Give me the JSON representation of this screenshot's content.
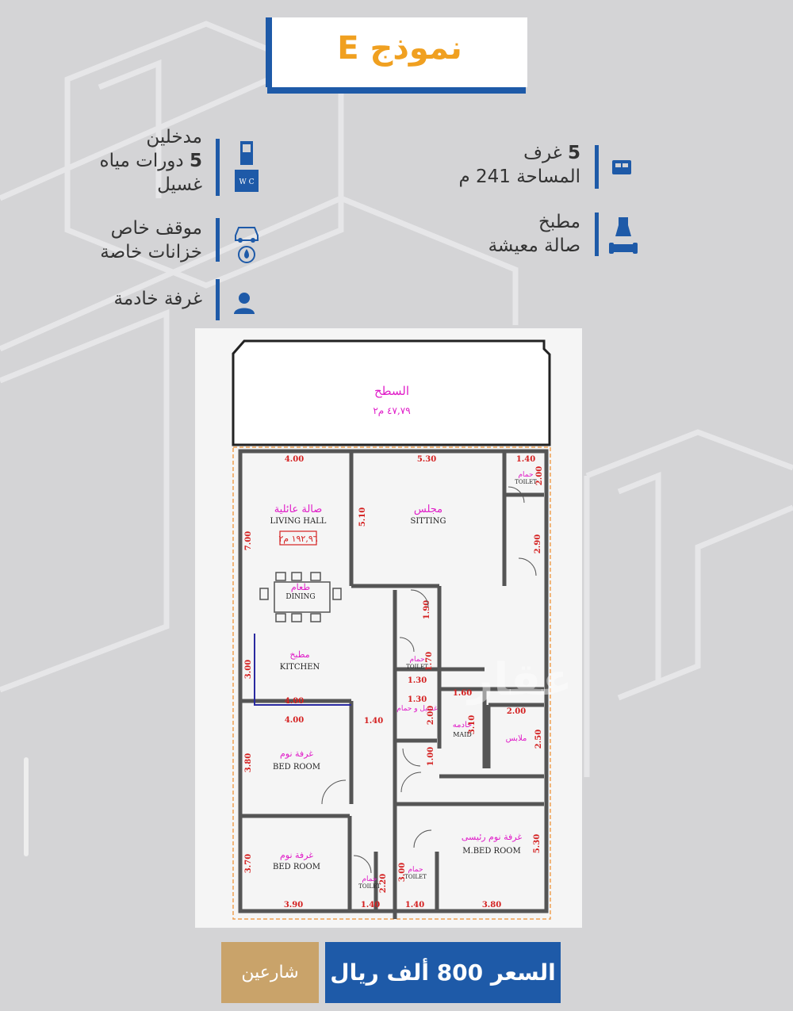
{
  "title": "نموذج E",
  "features_right": [
    {
      "number": "5",
      "label": "غرف",
      "line2": "المساحة 241 م",
      "icon": "bed-icon"
    },
    {
      "label": "مطبخ",
      "line2": "صالة معيشة",
      "icon": "kitchen-sofa-icon"
    }
  ],
  "features_left": [
    {
      "label": "مدخلين",
      "number": "5",
      "line2_label": "دورات مياه",
      "line3": "غسيل",
      "icon": "door-wc-icon"
    },
    {
      "label": "موقف خاص",
      "line2": "خزانات خاصة",
      "icon": "car-tank-icon"
    },
    {
      "label": "غرفة خادمة",
      "icon": "person-icon"
    }
  ],
  "plan": {
    "roof_ar": "السطح",
    "roof_area": "٤٧,٧٩ م٢",
    "living_ar": "صالة عائلية",
    "living_en": "LIVING HALL",
    "living_area": "١٩٢,٩٦ م٢",
    "dining_ar": "طعام",
    "dining_en": "DINING",
    "kitchen_ar": "مطبخ",
    "kitchen_en": "KITCHEN",
    "sitting_ar": "مجلس",
    "sitting_en": "SITTING",
    "toilet_ar": "حمام",
    "toilet_en": "TOILET",
    "laundry_ar": "غسيل و حمام",
    "maid_ar": "خادمه",
    "maid_en": "MAID",
    "closet_ar": "ملابس",
    "bed_ar": "غرفة نوم",
    "bed_en": "BED ROOM",
    "mbed_ar": "غرفة نوم رئيسى",
    "mbed_en": "M.BED ROOM",
    "dims": [
      "4.00",
      "5.30",
      "1.40",
      "2.00",
      "5.10",
      "7.00",
      "2.90",
      "1.90",
      "1.70",
      "1.30",
      "3.00",
      "4.00",
      "1.30",
      "2.00",
      "1.60",
      "3.10",
      "2.00",
      "2.50",
      "4.00",
      "1.40",
      "1.00",
      "3.80",
      "3.70",
      "2.20",
      "3.00",
      "5.30",
      "3.90",
      "1.40",
      "1.40",
      "3.80"
    ]
  },
  "price": "السعر 800 ألف ريال",
  "street": "شارعين",
  "watermark": "عقار",
  "colors": {
    "accent": "#1e5aa8",
    "title": "#f0a020",
    "street_btn": "#c9a36a",
    "magenta": "#e01cc8",
    "dim_red": "#d42020"
  }
}
